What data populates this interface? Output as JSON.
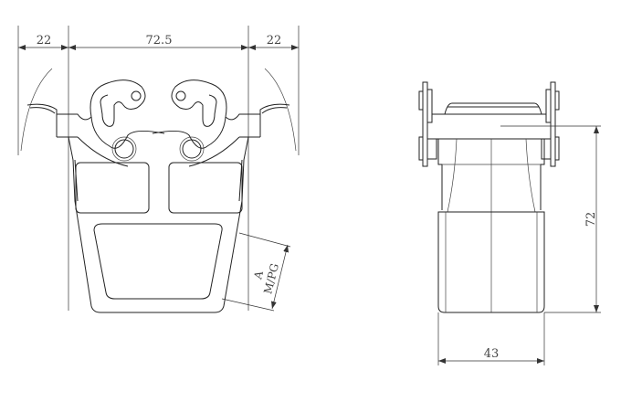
{
  "drawing": {
    "front_view": {
      "dimensions": {
        "left_wing": "22",
        "center_width": "72.5",
        "right_wing": "22"
      },
      "cable_entry": {
        "label_a": "A",
        "label_thread": "M/PG"
      }
    },
    "side_view": {
      "dimensions": {
        "height": "72",
        "width": "43"
      }
    }
  }
}
